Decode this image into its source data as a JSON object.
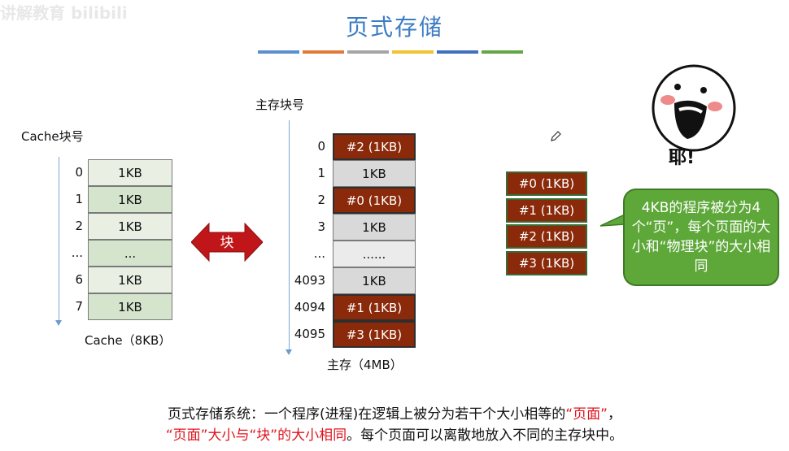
{
  "watermark": "讲解教育 bilibili",
  "title": "页式存储",
  "title_bar_colors": [
    "#5b8fce",
    "#e07b39",
    "#a5a5a5",
    "#f2c330",
    "#3f6fbf",
    "#62a744"
  ],
  "cache": {
    "header": "Cache块号",
    "caption": "Cache（8KB）",
    "rows": [
      {
        "index": "0",
        "value": "1KB"
      },
      {
        "index": "1",
        "value": "1KB"
      },
      {
        "index": "2",
        "value": "1KB"
      },
      {
        "index": "...",
        "value": "..."
      },
      {
        "index": "6",
        "value": "1KB"
      },
      {
        "index": "7",
        "value": "1KB"
      }
    ]
  },
  "arrow_label": "块",
  "memory": {
    "header": "主存块号",
    "caption": "主存（4MB）",
    "rows": [
      {
        "index": "0",
        "value": "#2 (1KB)",
        "kind": "page"
      },
      {
        "index": "1",
        "value": "1KB",
        "kind": "gray"
      },
      {
        "index": "2",
        "value": "#0 (1KB)",
        "kind": "page"
      },
      {
        "index": "3",
        "value": "1KB",
        "kind": "gray"
      },
      {
        "index": "...",
        "value": "......",
        "kind": "white"
      },
      {
        "index": "4093",
        "value": "1KB",
        "kind": "gray"
      },
      {
        "index": "4094",
        "value": "#1 (1KB)",
        "kind": "page"
      },
      {
        "index": "4095",
        "value": "#3 (1KB)",
        "kind": "page"
      }
    ]
  },
  "program_pages": [
    "#0 (1KB)",
    "#1 (1KB)",
    "#2 (1KB)",
    "#3 (1KB)"
  ],
  "bubble_text": "4KB的程序被分为4个“页”，每个页面的大小和“物理块”的大小相同",
  "face_text": "耶!",
  "caption": {
    "line1_prefix": "页式存储系统：一个程序(进程)在逻辑上被分为若干个大小相等的",
    "line1_red": "“页面”",
    "line1_suffix": "，",
    "line2_red": "“页面”大小与“块”的大小相同",
    "line2_suffix": "。每个页面可以离散地放入不同的主存块中。"
  },
  "colors": {
    "page_fill": "#8b2a0a",
    "bubble_fill": "#5ea83a",
    "arrow_fill": "#c0161a",
    "title_color": "#3b7cc4"
  }
}
